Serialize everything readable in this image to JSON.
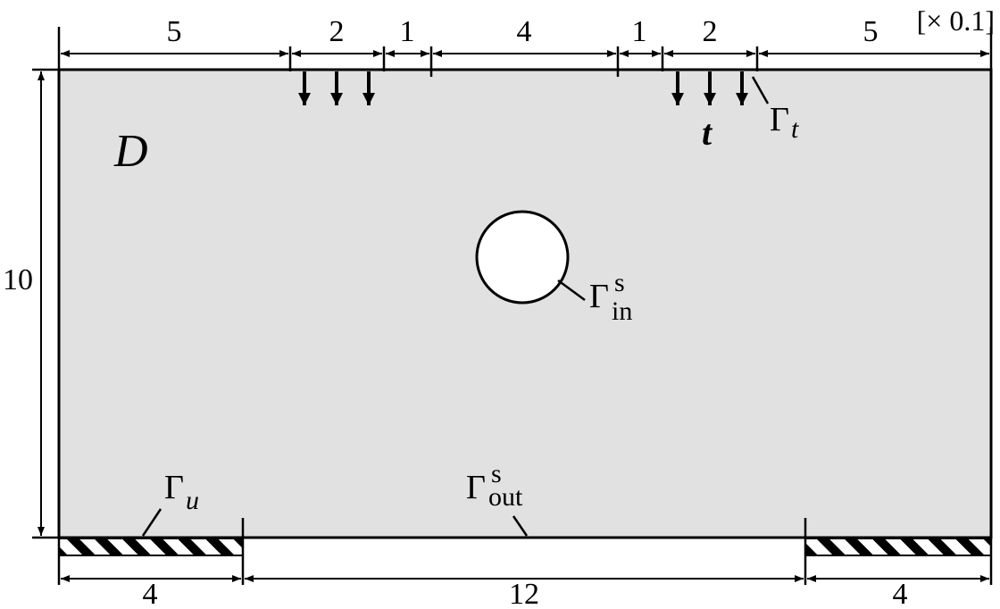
{
  "figure": {
    "scale_note": "[× 0.1]",
    "domain_label": "D",
    "traction_label": "t",
    "gamma_t": {
      "base": "Γ",
      "sub": "t"
    },
    "gamma_in": {
      "base": "Γ",
      "sup": "s",
      "sub": "in"
    },
    "gamma_out": {
      "base": "Γ",
      "sup": "s",
      "sub": "out"
    },
    "gamma_u": {
      "base": "Γ",
      "sub": "u"
    },
    "top_dims": [
      "5",
      "2",
      "1",
      "4",
      "1",
      "2",
      "5"
    ],
    "bottom_dims": [
      "4",
      "12",
      "4"
    ],
    "height_dim": "10",
    "colors": {
      "domain_fill": "#e1e1e1",
      "stroke": "#000000",
      "background": "#ffffff"
    }
  }
}
